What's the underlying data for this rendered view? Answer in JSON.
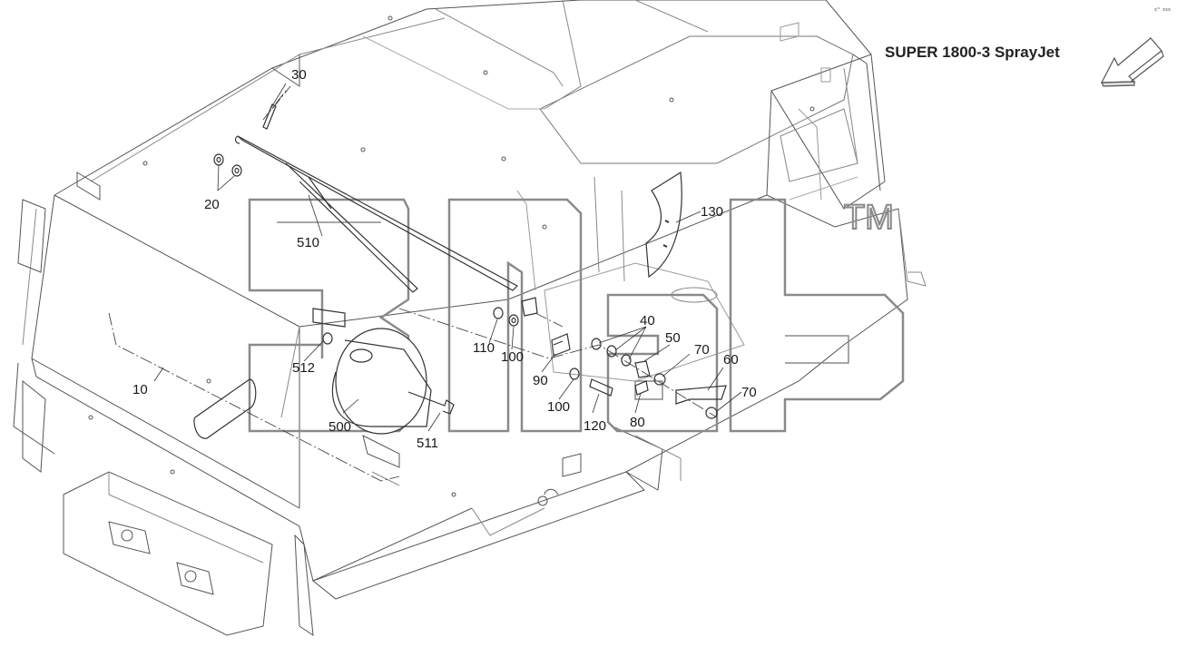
{
  "diagram": {
    "title": "SUPER 1800-3 SprayJet",
    "corner_code": "s™ sss",
    "watermark": {
      "tm": "TM"
    },
    "colors": {
      "line": "#555555",
      "light_line": "#9a9a9a",
      "watermark": "#8a8a8a"
    },
    "part_labels": [
      {
        "id": "10",
        "text": "10"
      },
      {
        "id": "20",
        "text": "20"
      },
      {
        "id": "30",
        "text": "30"
      },
      {
        "id": "40",
        "text": "40"
      },
      {
        "id": "50",
        "text": "50"
      },
      {
        "id": "60",
        "text": "60"
      },
      {
        "id": "70a",
        "text": "70"
      },
      {
        "id": "70b",
        "text": "70"
      },
      {
        "id": "80",
        "text": "80"
      },
      {
        "id": "90",
        "text": "90"
      },
      {
        "id": "100a",
        "text": "100"
      },
      {
        "id": "100b",
        "text": "100"
      },
      {
        "id": "110",
        "text": "110"
      },
      {
        "id": "120",
        "text": "120"
      },
      {
        "id": "130",
        "text": "130"
      },
      {
        "id": "500",
        "text": "500"
      },
      {
        "id": "510",
        "text": "510"
      },
      {
        "id": "511",
        "text": "511"
      },
      {
        "id": "512",
        "text": "512"
      }
    ]
  }
}
